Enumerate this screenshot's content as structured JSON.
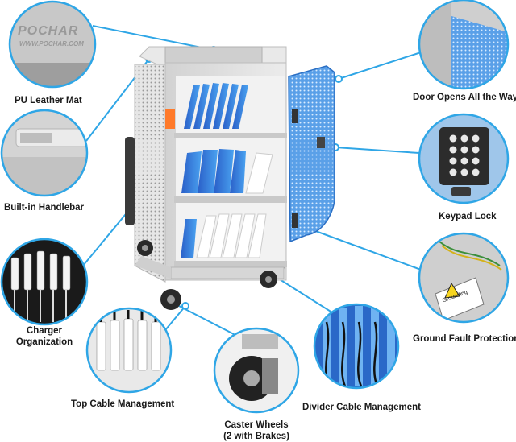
{
  "callouts": {
    "pu_leather_mat": "PU Leather  Mat",
    "mat_brand_text": "POCHAR",
    "mat_url_text": "WWW.POCHAR.COM",
    "built_in_handlebar": "Built-in Handlebar",
    "charger_organization_line1": "Charger",
    "charger_organization_line2": "Organization",
    "top_cable_management": "Top Cable Management",
    "caster_wheels_line1": "Caster Wheels",
    "caster_wheels_line2": "(2 with Brakes)",
    "divider_cable_management": "Divider Cable Management",
    "ground_fault_protection": "Ground Fault Protection",
    "grounding_sticker": "Grounding",
    "keypad_lock": "Keypad Lock",
    "door_opens_all_the_way": "Door Opens All the Way"
  },
  "colors": {
    "callout_blue": "#2fa6e6",
    "cart_gray": "#dcdcdc",
    "divider_blue": "#2f6fd6",
    "text": "#1a1a1a"
  }
}
